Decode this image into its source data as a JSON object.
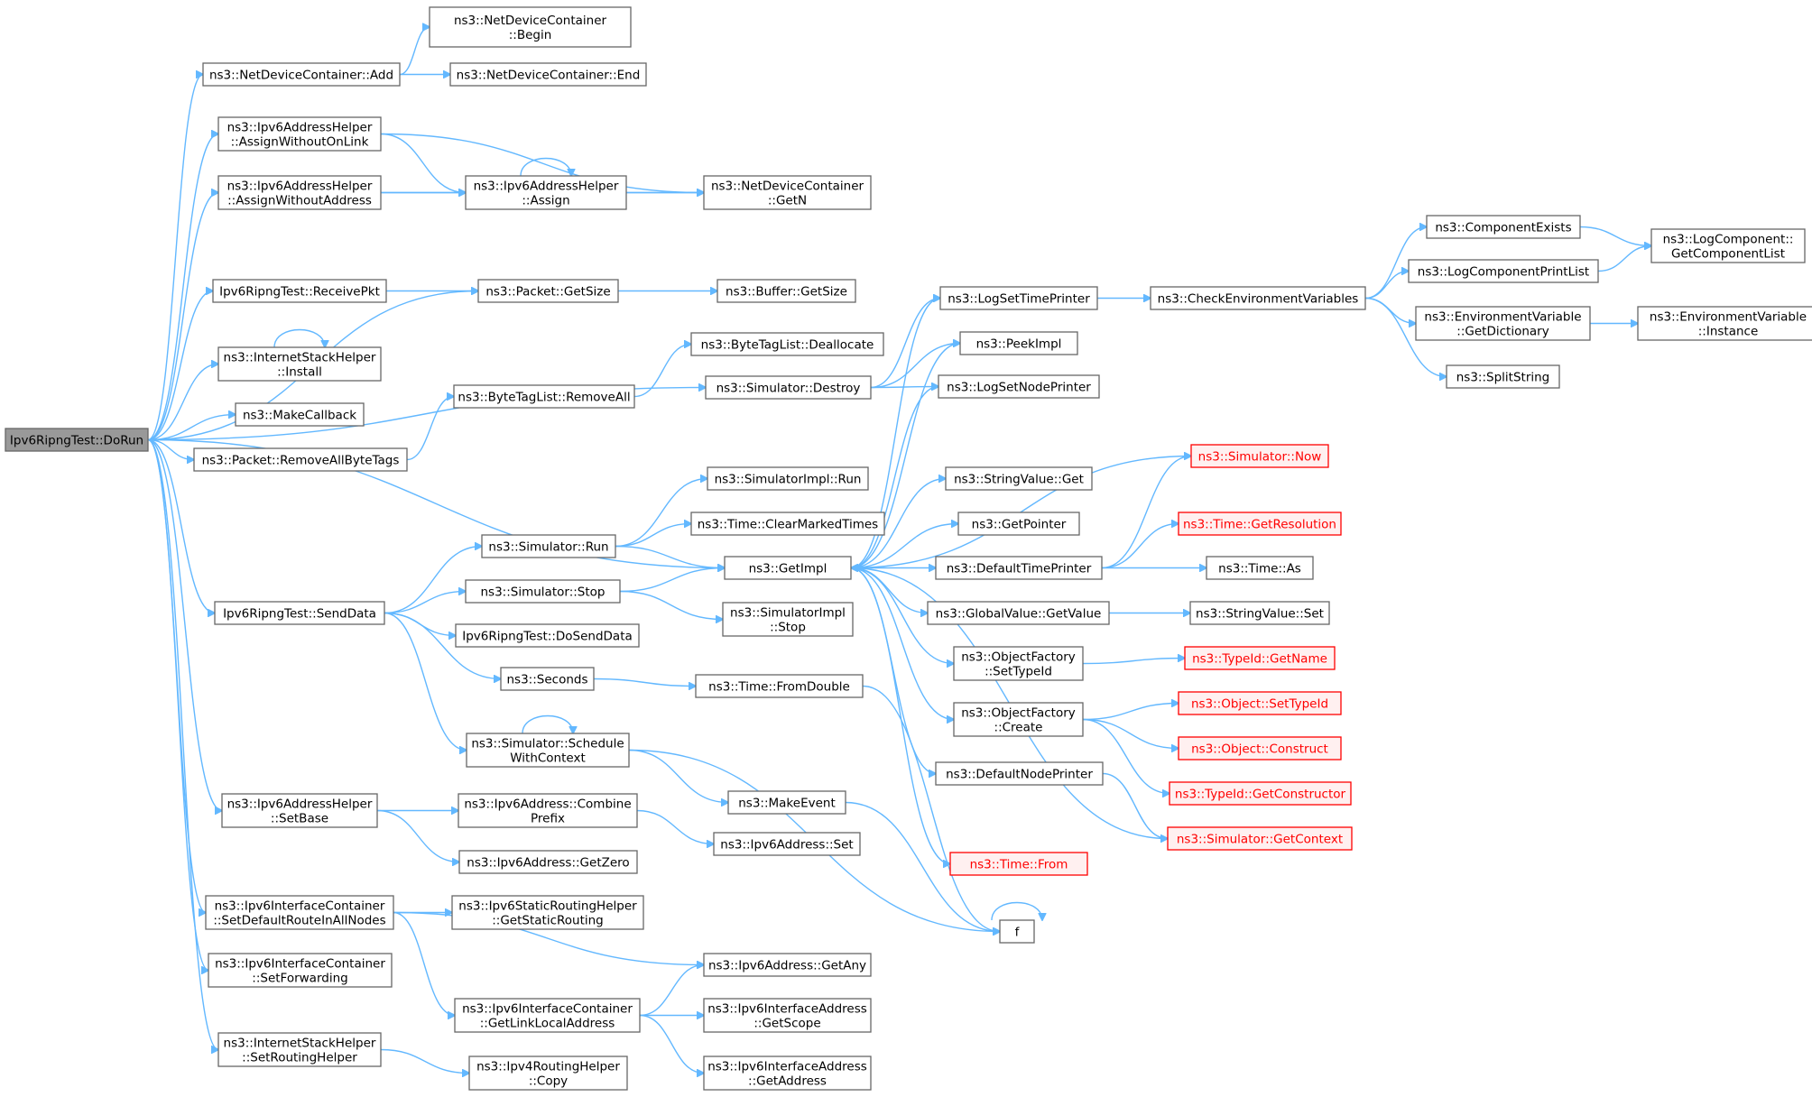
{
  "graph": {
    "colors": {
      "edge": "#63b8ff",
      "root_fill": "#999999",
      "node_border": "#666666",
      "truncated": "#ff0000"
    },
    "nodes": [
      {
        "id": "dorun",
        "lines": [
          "Ipv6RipngTest::DoRun"
        ],
        "root": true
      },
      {
        "id": "ndc_add",
        "lines": [
          "ns3::NetDeviceContainer::Add"
        ]
      },
      {
        "id": "ndc_begin",
        "lines": [
          "ns3::NetDeviceContainer",
          "::Begin"
        ]
      },
      {
        "id": "ndc_end",
        "lines": [
          "ns3::NetDeviceContainer::End"
        ]
      },
      {
        "id": "awol",
        "lines": [
          "ns3::Ipv6AddressHelper",
          "::AssignWithoutOnLink"
        ]
      },
      {
        "id": "awoa",
        "lines": [
          "ns3::Ipv6AddressHelper",
          "::AssignWithoutAddress"
        ]
      },
      {
        "id": "assign",
        "lines": [
          "ns3::Ipv6AddressHelper",
          "::Assign"
        ]
      },
      {
        "id": "ndc_getn",
        "lines": [
          "ns3::NetDeviceContainer",
          "::GetN"
        ]
      },
      {
        "id": "recvpkt",
        "lines": [
          "Ipv6RipngTest::ReceivePkt"
        ]
      },
      {
        "id": "pkt_getsize",
        "lines": [
          "ns3::Packet::GetSize"
        ]
      },
      {
        "id": "buf_getsize",
        "lines": [
          "ns3::Buffer::GetSize"
        ]
      },
      {
        "id": "ish_install",
        "lines": [
          "ns3::InternetStackHelper",
          "::Install"
        ]
      },
      {
        "id": "makecb",
        "lines": [
          "ns3::MakeCallback"
        ]
      },
      {
        "id": "pkt_rmtags",
        "lines": [
          "ns3::Packet::RemoveAllByteTags"
        ]
      },
      {
        "id": "btl_rmall",
        "lines": [
          "ns3::ByteTagList::RemoveAll"
        ]
      },
      {
        "id": "btl_dealloc",
        "lines": [
          "ns3::ByteTagList::Deallocate"
        ]
      },
      {
        "id": "sim_destroy",
        "lines": [
          "ns3::Simulator::Destroy"
        ]
      },
      {
        "id": "senddata",
        "lines": [
          "Ipv6RipngTest::SendData"
        ]
      },
      {
        "id": "sim_run",
        "lines": [
          "ns3::Simulator::Run"
        ]
      },
      {
        "id": "simimpl_run",
        "lines": [
          "ns3::SimulatorImpl::Run"
        ]
      },
      {
        "id": "time_clear",
        "lines": [
          "ns3::Time::ClearMarkedTimes"
        ]
      },
      {
        "id": "getimpl",
        "lines": [
          "ns3::GetImpl"
        ]
      },
      {
        "id": "sim_stop",
        "lines": [
          "ns3::Simulator::Stop"
        ]
      },
      {
        "id": "simimpl_stop",
        "lines": [
          "ns3::SimulatorImpl",
          "::Stop"
        ]
      },
      {
        "id": "dosenddata",
        "lines": [
          "Ipv6RipngTest::DoSendData"
        ]
      },
      {
        "id": "seconds",
        "lines": [
          "ns3::Seconds"
        ]
      },
      {
        "id": "time_fromdouble",
        "lines": [
          "ns3::Time::FromDouble"
        ]
      },
      {
        "id": "sim_swc",
        "lines": [
          "ns3::Simulator::Schedule",
          "WithContext"
        ]
      },
      {
        "id": "makeevent",
        "lines": [
          "ns3::MakeEvent"
        ]
      },
      {
        "id": "f",
        "lines": [
          "f"
        ]
      },
      {
        "id": "iah_setbase",
        "lines": [
          "ns3::Ipv6AddressHelper",
          "::SetBase"
        ]
      },
      {
        "id": "addr_combine",
        "lines": [
          "ns3::Ipv6Address::Combine",
          "Prefix"
        ]
      },
      {
        "id": "addr_getzero",
        "lines": [
          "ns3::Ipv6Address::GetZero"
        ]
      },
      {
        "id": "addr_set",
        "lines": [
          "ns3::Ipv6Address::Set"
        ]
      },
      {
        "id": "iic_setdef",
        "lines": [
          "ns3::Ipv6InterfaceContainer",
          "::SetDefaultRouteInAllNodes"
        ]
      },
      {
        "id": "isrh_getsr",
        "lines": [
          "ns3::Ipv6StaticRoutingHelper",
          "::GetStaticRouting"
        ]
      },
      {
        "id": "addr_getany",
        "lines": [
          "ns3::Ipv6Address::GetAny"
        ]
      },
      {
        "id": "iic_getlla",
        "lines": [
          "ns3::Ipv6InterfaceContainer",
          "::GetLinkLocalAddress"
        ]
      },
      {
        "id": "iia_getscope",
        "lines": [
          "ns3::Ipv6InterfaceAddress",
          "::GetScope"
        ]
      },
      {
        "id": "iia_getaddr",
        "lines": [
          "ns3::Ipv6InterfaceAddress",
          "::GetAddress"
        ]
      },
      {
        "id": "iic_setfwd",
        "lines": [
          "ns3::Ipv6InterfaceContainer",
          "::SetForwarding"
        ]
      },
      {
        "id": "ish_setrh",
        "lines": [
          "ns3::InternetStackHelper",
          "::SetRoutingHelper"
        ]
      },
      {
        "id": "i4rh_copy",
        "lines": [
          "ns3::Ipv4RoutingHelper",
          "::Copy"
        ]
      },
      {
        "id": "logsettime",
        "lines": [
          "ns3::LogSetTimePrinter"
        ]
      },
      {
        "id": "peekimpl",
        "lines": [
          "ns3::PeekImpl"
        ]
      },
      {
        "id": "logsetnode",
        "lines": [
          "ns3::LogSetNodePrinter"
        ]
      },
      {
        "id": "strval_get",
        "lines": [
          "ns3::StringValue::Get"
        ]
      },
      {
        "id": "getpointer",
        "lines": [
          "ns3::GetPointer"
        ]
      },
      {
        "id": "deftimeprinter",
        "lines": [
          "ns3::DefaultTimePrinter"
        ]
      },
      {
        "id": "gv_getvalue",
        "lines": [
          "ns3::GlobalValue::GetValue"
        ]
      },
      {
        "id": "of_settypeid",
        "lines": [
          "ns3::ObjectFactory",
          "::SetTypeId"
        ]
      },
      {
        "id": "of_create",
        "lines": [
          "ns3::ObjectFactory",
          "::Create"
        ]
      },
      {
        "id": "defnodeprinter",
        "lines": [
          "ns3::DefaultNodePrinter"
        ]
      },
      {
        "id": "time_from",
        "lines": [
          "ns3::Time::From"
        ],
        "truncated": true
      },
      {
        "id": "checkenv",
        "lines": [
          "ns3::CheckEnvironmentVariables"
        ]
      },
      {
        "id": "compexists",
        "lines": [
          "ns3::ComponentExists"
        ]
      },
      {
        "id": "logcompprint",
        "lines": [
          "ns3::LogComponentPrintList"
        ]
      },
      {
        "id": "envvar_getdict",
        "lines": [
          "ns3::EnvironmentVariable",
          "::GetDictionary"
        ]
      },
      {
        "id": "splitstring",
        "lines": [
          "ns3::SplitString"
        ]
      },
      {
        "id": "logcomp_getlist",
        "lines": [
          "ns3::LogComponent::",
          "GetComponentList"
        ]
      },
      {
        "id": "envvar_instance",
        "lines": [
          "ns3::EnvironmentVariable",
          "::Instance"
        ]
      },
      {
        "id": "sim_now",
        "lines": [
          "ns3::Simulator::Now"
        ],
        "truncated": true
      },
      {
        "id": "time_getres",
        "lines": [
          "ns3::Time::GetResolution"
        ],
        "truncated": true
      },
      {
        "id": "time_as",
        "lines": [
          "ns3::Time::As"
        ]
      },
      {
        "id": "strval_set",
        "lines": [
          "ns3::StringValue::Set"
        ]
      },
      {
        "id": "typeid_getname",
        "lines": [
          "ns3::TypeId::GetName"
        ],
        "truncated": true
      },
      {
        "id": "obj_settypeid",
        "lines": [
          "ns3::Object::SetTypeId"
        ],
        "truncated": true
      },
      {
        "id": "obj_construct",
        "lines": [
          "ns3::Object::Construct"
        ],
        "truncated": true
      },
      {
        "id": "typeid_getctor",
        "lines": [
          "ns3::TypeId::GetConstructor"
        ],
        "truncated": true
      },
      {
        "id": "sim_getctx",
        "lines": [
          "ns3::Simulator::GetContext"
        ],
        "truncated": true
      }
    ],
    "edges": [
      [
        "dorun",
        "ndc_add"
      ],
      [
        "dorun",
        "awol"
      ],
      [
        "dorun",
        "awoa"
      ],
      [
        "dorun",
        "pkt_getsize"
      ],
      [
        "dorun",
        "recvpkt"
      ],
      [
        "dorun",
        "ish_install"
      ],
      [
        "dorun",
        "makecb"
      ],
      [
        "dorun",
        "pkt_rmtags"
      ],
      [
        "dorun",
        "sim_destroy"
      ],
      [
        "dorun",
        "getimpl"
      ],
      [
        "dorun",
        "senddata"
      ],
      [
        "dorun",
        "iah_setbase"
      ],
      [
        "dorun",
        "iic_setdef"
      ],
      [
        "dorun",
        "iic_setfwd"
      ],
      [
        "dorun",
        "ish_setrh"
      ],
      [
        "ndc_add",
        "ndc_begin"
      ],
      [
        "ndc_add",
        "ndc_end"
      ],
      [
        "awol",
        "ndc_getn"
      ],
      [
        "awol",
        "assign"
      ],
      [
        "awoa",
        "assign"
      ],
      [
        "awoa",
        "ndc_getn"
      ],
      [
        "assign",
        "ndc_getn"
      ],
      [
        "assign",
        "assign"
      ],
      [
        "recvpkt",
        "pkt_getsize"
      ],
      [
        "pkt_getsize",
        "buf_getsize"
      ],
      [
        "ish_install",
        "ish_install"
      ],
      [
        "pkt_rmtags",
        "btl_rmall"
      ],
      [
        "btl_rmall",
        "btl_dealloc"
      ],
      [
        "sim_destroy",
        "logsettime"
      ],
      [
        "sim_destroy",
        "peekimpl"
      ],
      [
        "sim_destroy",
        "logsetnode"
      ],
      [
        "senddata",
        "sim_run"
      ],
      [
        "senddata",
        "sim_stop"
      ],
      [
        "senddata",
        "dosenddata"
      ],
      [
        "senddata",
        "seconds"
      ],
      [
        "senddata",
        "sim_swc"
      ],
      [
        "sim_run",
        "simimpl_run"
      ],
      [
        "sim_run",
        "time_clear"
      ],
      [
        "sim_run",
        "getimpl"
      ],
      [
        "sim_stop",
        "getimpl"
      ],
      [
        "sim_stop",
        "simimpl_stop"
      ],
      [
        "seconds",
        "time_fromdouble"
      ],
      [
        "time_fromdouble",
        "f"
      ],
      [
        "sim_swc",
        "sim_swc"
      ],
      [
        "sim_swc",
        "makeevent"
      ],
      [
        "sim_swc",
        "f"
      ],
      [
        "makeevent",
        "f"
      ],
      [
        "f",
        "f"
      ],
      [
        "iah_setbase",
        "addr_combine"
      ],
      [
        "iah_setbase",
        "addr_getzero"
      ],
      [
        "addr_combine",
        "addr_set"
      ],
      [
        "iic_setdef",
        "isrh_getsr"
      ],
      [
        "iic_setdef",
        "addr_getany"
      ],
      [
        "iic_setdef",
        "iic_getlla"
      ],
      [
        "iic_getlla",
        "addr_getany"
      ],
      [
        "iic_getlla",
        "iia_getscope"
      ],
      [
        "iic_getlla",
        "iia_getaddr"
      ],
      [
        "ish_setrh",
        "i4rh_copy"
      ],
      [
        "getimpl",
        "logsettime"
      ],
      [
        "getimpl",
        "peekimpl"
      ],
      [
        "getimpl",
        "logsetnode"
      ],
      [
        "getimpl",
        "strval_get"
      ],
      [
        "getimpl",
        "getpointer"
      ],
      [
        "getimpl",
        "deftimeprinter"
      ],
      [
        "getimpl",
        "gv_getvalue"
      ],
      [
        "getimpl",
        "of_settypeid"
      ],
      [
        "getimpl",
        "of_create"
      ],
      [
        "getimpl",
        "defnodeprinter"
      ],
      [
        "getimpl",
        "time_from"
      ],
      [
        "sim_now",
        "getimpl"
      ],
      [
        "sim_getctx",
        "getimpl"
      ],
      [
        "logsettime",
        "checkenv"
      ],
      [
        "checkenv",
        "compexists"
      ],
      [
        "checkenv",
        "logcompprint"
      ],
      [
        "checkenv",
        "envvar_getdict"
      ],
      [
        "checkenv",
        "splitstring"
      ],
      [
        "compexists",
        "logcomp_getlist"
      ],
      [
        "logcompprint",
        "logcomp_getlist"
      ],
      [
        "envvar_getdict",
        "envvar_instance"
      ],
      [
        "deftimeprinter",
        "sim_now"
      ],
      [
        "deftimeprinter",
        "time_getres"
      ],
      [
        "deftimeprinter",
        "time_as"
      ],
      [
        "gv_getvalue",
        "strval_set"
      ],
      [
        "of_settypeid",
        "typeid_getname"
      ],
      [
        "of_create",
        "obj_settypeid"
      ],
      [
        "of_create",
        "obj_construct"
      ],
      [
        "of_create",
        "typeid_getctor"
      ],
      [
        "defnodeprinter",
        "sim_getctx"
      ]
    ]
  }
}
